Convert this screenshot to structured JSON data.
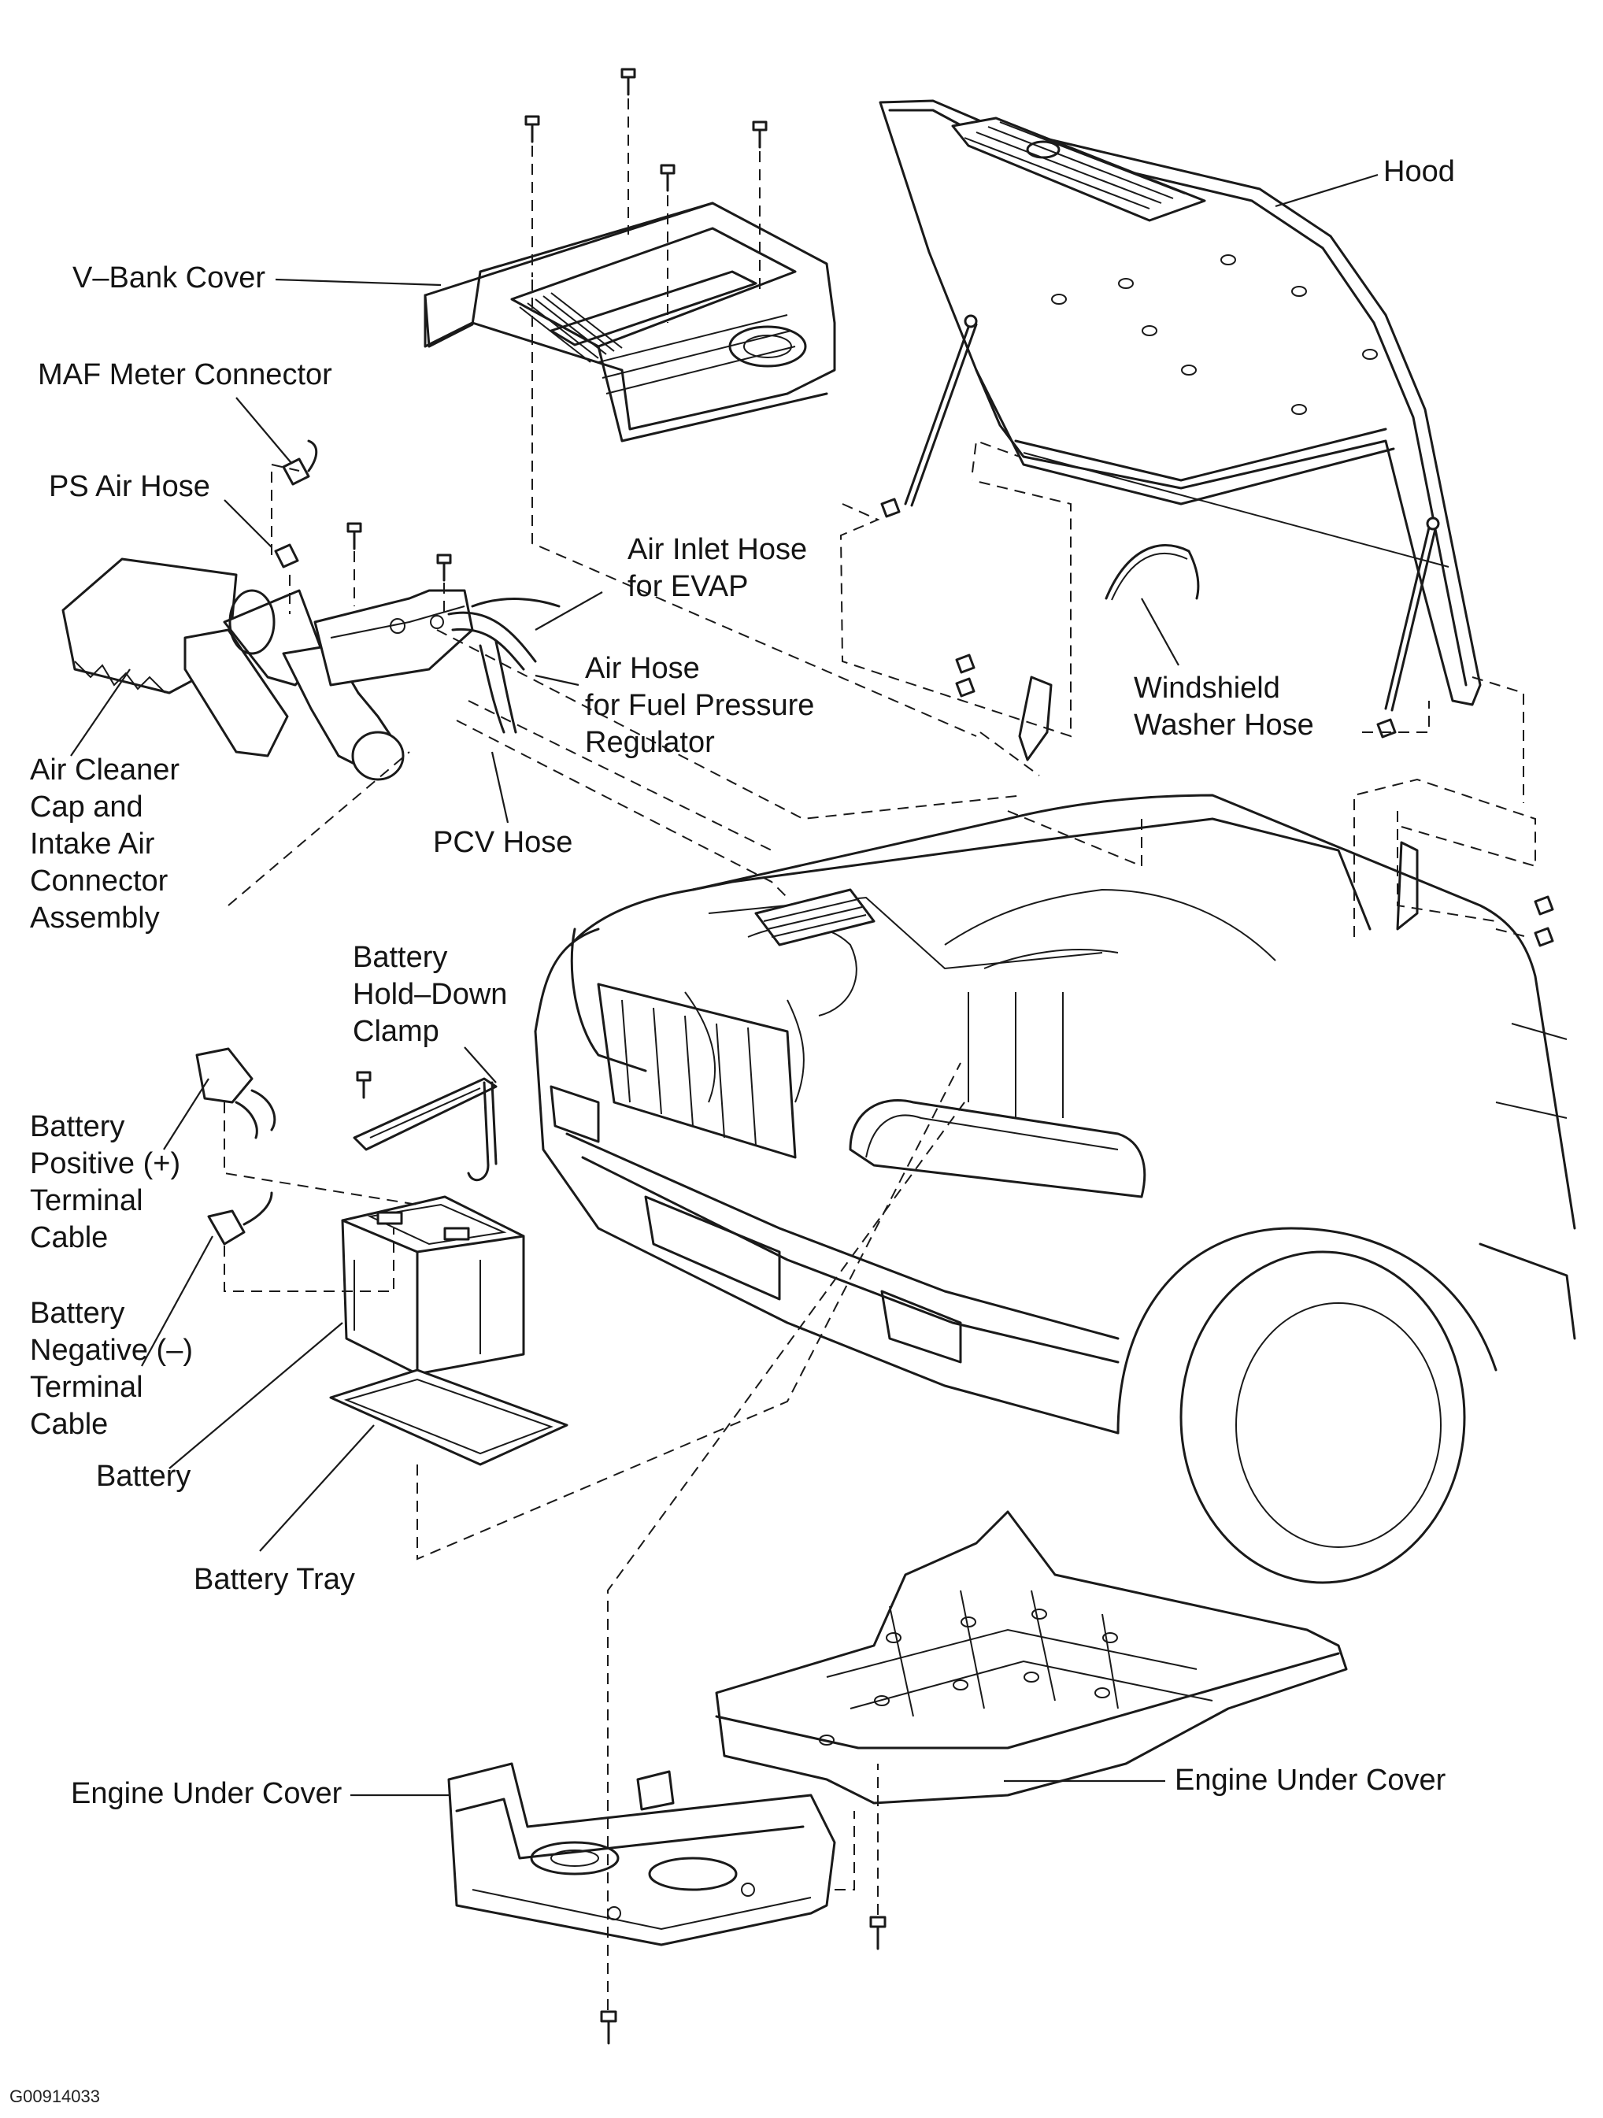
{
  "figure_id": "G00914033",
  "labels": {
    "hood": "Hood",
    "v_bank_cover": "V–Bank Cover",
    "maf_meter_connector": "MAF Meter Connector",
    "ps_air_hose": "PS Air Hose",
    "air_inlet_hose": [
      "Air Inlet Hose",
      "for EVAP"
    ],
    "air_hose_fpr": [
      "Air Hose",
      "for Fuel Pressure",
      "Regulator"
    ],
    "windshield_washer_hose": [
      "Windshield",
      "Washer Hose"
    ],
    "air_cleaner": [
      "Air Cleaner",
      "Cap and",
      "Intake Air",
      "Connector",
      "Assembly"
    ],
    "pcv_hose": "PCV Hose",
    "battery_hold_down_clamp": [
      "Battery",
      "Hold–Down",
      "Clamp"
    ],
    "battery_positive_cable": [
      "Battery",
      "Positive (+)",
      "Terminal",
      "Cable"
    ],
    "battery_negative_cable": [
      "Battery",
      "Negative (–)",
      "Terminal",
      "Cable"
    ],
    "battery": "Battery",
    "battery_tray": "Battery Tray",
    "engine_under_cover_left": "Engine Under Cover",
    "engine_under_cover_right": "Engine Under Cover"
  }
}
